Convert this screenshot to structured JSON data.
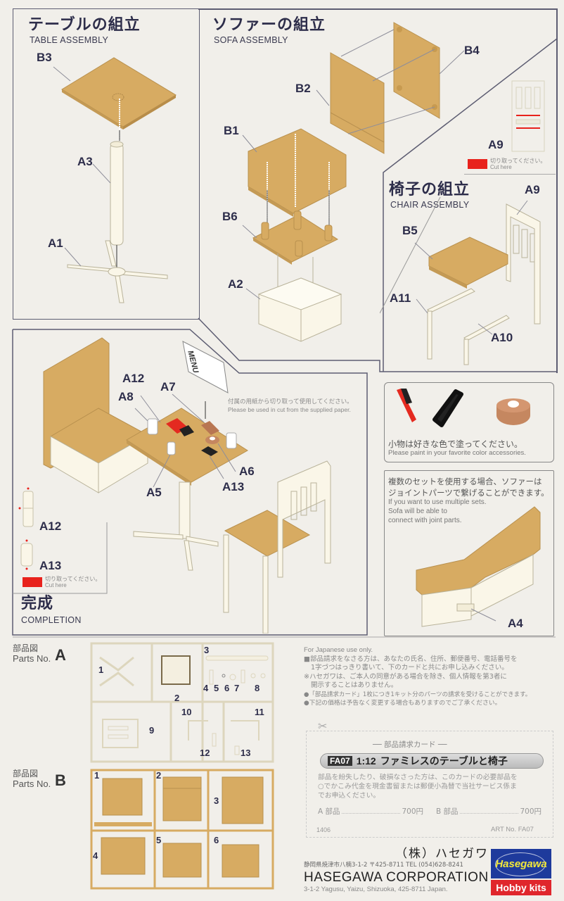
{
  "table_assembly": {
    "title_jp": "テーブルの組立",
    "title_en": "TABLE ASSEMBLY",
    "parts": [
      "B3",
      "A3",
      "A1"
    ]
  },
  "sofa_assembly": {
    "title_jp": "ソファーの組立",
    "title_en": "SOFA ASSEMBLY",
    "parts": [
      "B4",
      "B2",
      "B1",
      "B6",
      "A2"
    ],
    "a9_label": "A9",
    "cut_note_jp": "切り取ってください。",
    "cut_note_en": "Cut here"
  },
  "chair_assembly": {
    "title_jp": "椅子の組立",
    "title_en": "CHAIR ASSEMBLY",
    "parts": [
      "A9",
      "B5",
      "A11",
      "A10"
    ]
  },
  "completion": {
    "title_jp": "完成",
    "title_en": "COMPLETION",
    "parts": [
      "A12",
      "A7",
      "A8",
      "A5",
      "A6",
      "A13"
    ],
    "menu_text": "MENU",
    "menu_note_jp": "付属の用紙から切り取って使用してください。",
    "menu_note_en": "Please be used in cut from the supplied paper.",
    "side_parts": [
      "A12",
      "A13"
    ],
    "cut_note_jp": "切り取ってください。",
    "cut_note_en": "Cut here"
  },
  "accessories": {
    "note_jp": "小物は好きな色で塗ってください。",
    "note_en": "Please paint in your favorite color accessories."
  },
  "joint": {
    "note_jp_1": "複数のセットを使用する場合、ソファーは",
    "note_jp_2": "ジョイントパーツで繋げることができます。",
    "note_en_1": "If you want to use multiple sets.",
    "note_en_2": "Sofa will be able to",
    "note_en_3": "connect with joint parts.",
    "part": "A4"
  },
  "parts_a": {
    "label_jp": "部品図",
    "label_en": "Parts No.",
    "letter": "A",
    "numbers": [
      "1",
      "2",
      "3",
      "4",
      "5",
      "6",
      "7",
      "8",
      "9",
      "10",
      "11",
      "12",
      "13"
    ]
  },
  "parts_b": {
    "label_jp": "部品図",
    "label_en": "Parts No.",
    "letter": "B",
    "numbers": [
      "1",
      "2",
      "3",
      "4",
      "5",
      "6"
    ]
  },
  "notice": {
    "heading": "For Japanese use only.",
    "line1": "■部品請求をなさる方は、あなたの氏名、住所、郵便番号、電話番号を",
    "line2": "1字づつはっきり書いて、下のカードと共にお申し込みください。",
    "line3": "※ハセガワは、ご本人の同意がある場合を除き、個人情報を第3者に",
    "line4": "開示することはありません。",
    "line5": "●「部品請求カード」1枚につき1キット分のパーツの請求を受けることができます。",
    "line6": "●下記の価格は予告なく変更する場合もありますのでご了承ください。"
  },
  "order_card": {
    "heading": "部品請求カード",
    "code": "FA07",
    "scale": "1:12",
    "product": "ファミレスのテーブルと椅子",
    "desc1": "部品を紛失したり、破損なさった方は、このカードの必要部品を",
    "desc2": "○でかこみ代金を現金書留または郵便小為替で当社サービス係ま",
    "desc3": "でお申込ください。",
    "a_parts": "A 部品",
    "a_price": "700円",
    "b_parts": "B 部品",
    "b_price": "700円",
    "code_no": "1406",
    "art_no": "ART No. FA07"
  },
  "company": {
    "name_jp": "（株）ハセガワ",
    "address_jp": "静岡県焼津市八楠3-1-2  〒425-8711  TEL (054)628-8241",
    "name_en": "HASEGAWA CORPORATION",
    "address_en": "3-1-2 Yagusu, Yaizu, Shizuoka, 425-8711 Japan.",
    "logo_top": "Hasegawa",
    "logo_bottom": "Hobby kits",
    "colors": {
      "logo_blue": "#1e3a9c",
      "logo_yellow": "#f3e83a",
      "logo_red": "#e0262c"
    }
  },
  "colors": {
    "tan": "#d7ab62",
    "cream": "#faf6e8",
    "cut_red": "#e8221c",
    "line": "#5d5d72"
  }
}
